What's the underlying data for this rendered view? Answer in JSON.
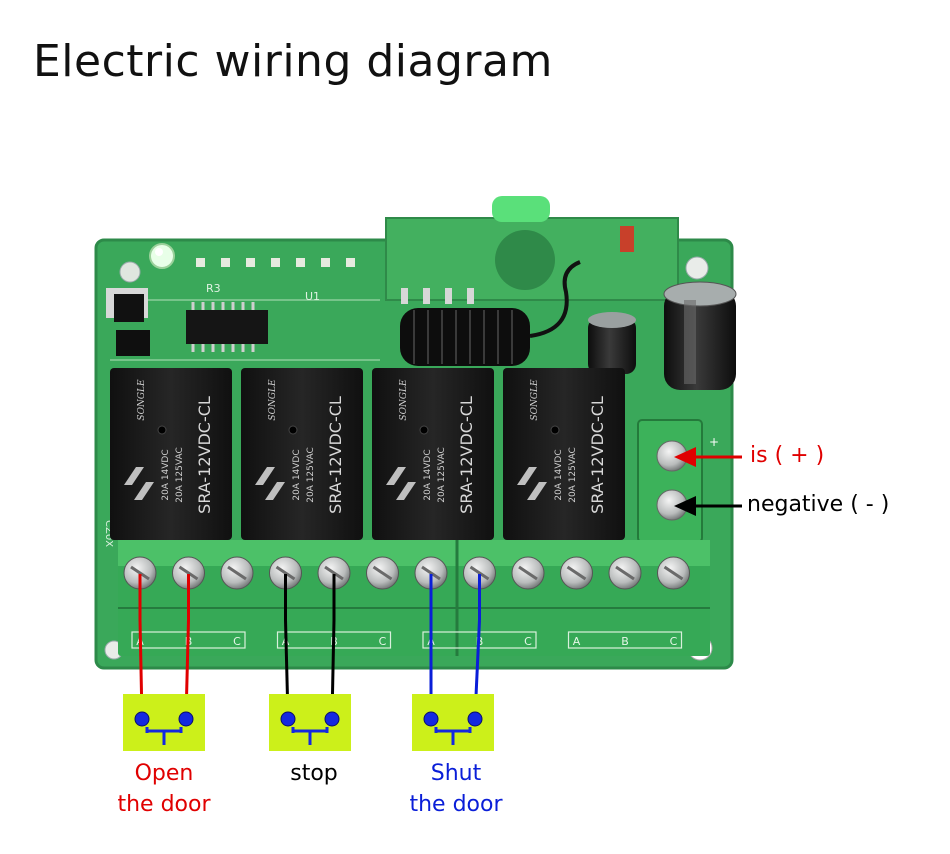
{
  "title": "Electric wiring diagram",
  "board": {
    "relay_part": "SRA-12VDC-CL",
    "relay_brand": "SONGLE",
    "relay_rating_1": "20A 14VDC",
    "relay_rating_2": "20A 125VAC",
    "terminal_group_labels": [
      "A",
      "B",
      "C"
    ],
    "silk_u1": "U1",
    "silk_r3": "R3",
    "silk_side": "CZ0X"
  },
  "power": {
    "positive_label": "is ( + )",
    "negative_label": "negative ( - )",
    "positive_color": "#e00000",
    "negative_color": "#000000"
  },
  "switches": [
    {
      "label_line1": "Open",
      "label_line2": "the door",
      "color": "#e00000"
    },
    {
      "label_line1": "stop",
      "label_line2": "",
      "color": "#000000"
    },
    {
      "label_line1": "Shut",
      "label_line2": "the door",
      "color": "#0a1ed8"
    }
  ],
  "colors": {
    "pcb_green": "#3aa85a",
    "terminal_green": "#3cb25a",
    "switch_bg": "#ccf01a",
    "relay_black": "#1b1b1b"
  }
}
